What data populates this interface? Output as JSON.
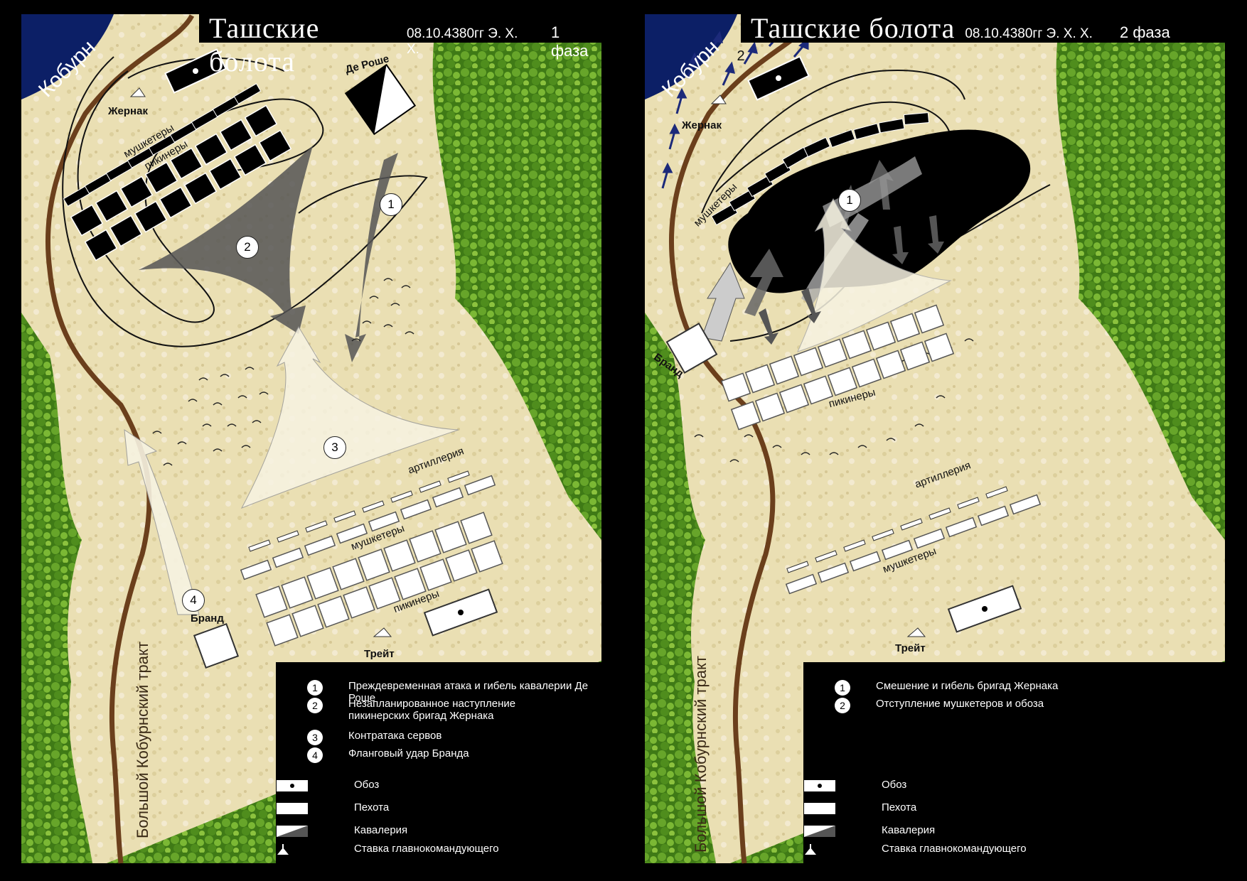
{
  "panel1": {
    "title": "Ташские болота",
    "date": "08.10.4380гг Э. Х. Х.",
    "phase": "1 фаза",
    "sea_label": "Кобурн",
    "road_label": "Большой Кобурнский тракт",
    "labels": {
      "zhernak": "Жернак",
      "de_roche": "Де Роше",
      "musketeers_enemy": "мушкетеры",
      "pikemen_enemy": "пикинеры",
      "artillery": "артиллерия",
      "musketeers": "мушкетеры",
      "pikemen": "пикинеры",
      "brand": "Бранд",
      "treit": "Трейт"
    },
    "arrow_numbers": [
      "1",
      "2",
      "3",
      "4"
    ],
    "legend": {
      "items": [
        {
          "num": "1",
          "text": "Преждевременная атака и гибель  кавалерии Де Роше"
        },
        {
          "num": "2",
          "text": "Незапланированное наступление пикинерских бригад Жернака"
        },
        {
          "num": "3",
          "text": "Контратака сервов"
        },
        {
          "num": "4",
          "text": "Фланговый удар Бранда"
        }
      ],
      "symbols": {
        "baggage": "Обоз",
        "infantry": "Пехота",
        "cavalry": "Кавалерия",
        "hq": "Ставка главнокомандующего"
      }
    }
  },
  "panel2": {
    "title": "Ташские болота",
    "date": "08.10.4380гг Э. Х. Х.",
    "phase": "2 фаза",
    "sea_label": "Кобурн",
    "road_label": "Большой Кобурнский тракт",
    "labels": {
      "zhernak": "Жернак",
      "musketeers_enemy": "мушкетеры",
      "pikemen": "пикинеры",
      "artillery": "артиллерия",
      "musketeers": "мушкетеры",
      "brand": "Бранд",
      "treit": "Трейт"
    },
    "arrow_numbers": [
      "1",
      "2"
    ],
    "legend": {
      "items": [
        {
          "num": "1",
          "text": "Смешение и гибель бригад Жернака"
        },
        {
          "num": "2",
          "text": "Отступление мушкетеров и обоза"
        }
      ],
      "symbols": {
        "baggage": "Обоз",
        "infantry": "Пехота",
        "cavalry": "Кавалерия",
        "hq": "Ставка главнокомандующего"
      }
    }
  },
  "colors": {
    "sand": "#e9dcae",
    "forest": "#4f8a1e",
    "sea": "#0c1f66",
    "road": "#6b3f1c"
  }
}
